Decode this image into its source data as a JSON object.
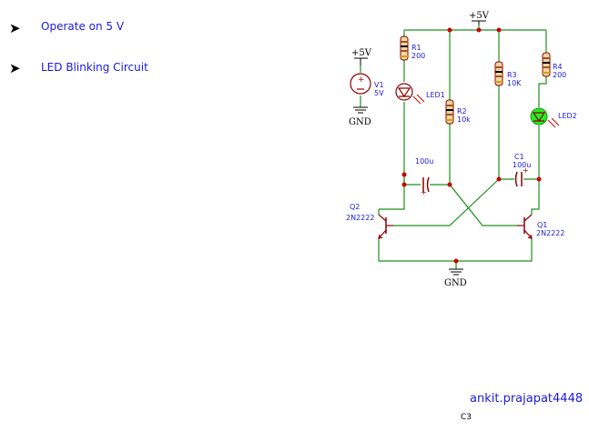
{
  "notes": [
    {
      "bullet": "➤",
      "text": "Operate on 5 V"
    },
    {
      "bullet": "➤",
      "text": "LED Blinking Circuit"
    }
  ],
  "author": "ankit.prajapat4448",
  "footer_label": "C3",
  "circuit": {
    "supply_top": "+5V",
    "supply_left": "+5V",
    "gnd_left": "GND",
    "gnd_bottom": "GND",
    "V1": {
      "name": "V1",
      "value": "5V"
    },
    "R1": {
      "name": "R1",
      "value": "200"
    },
    "R2": {
      "name": "R2",
      "value": "10k"
    },
    "R3": {
      "name": "R3",
      "value": "10K"
    },
    "R4": {
      "name": "R4",
      "value": "200"
    },
    "LED1": {
      "name": "LED1"
    },
    "LED2": {
      "name": "LED2"
    },
    "C_left": {
      "value": "100u"
    },
    "C1": {
      "name": "C1",
      "value": "100u"
    },
    "Q2": {
      "name": "Q2",
      "value": "2N2222"
    },
    "Q1": {
      "name": "Q1",
      "value": "2N2222"
    }
  },
  "colors": {
    "wire": "#1f8f1f",
    "component": "#8b0000",
    "label": "#1a1adb",
    "led_on": "#22ee22"
  }
}
